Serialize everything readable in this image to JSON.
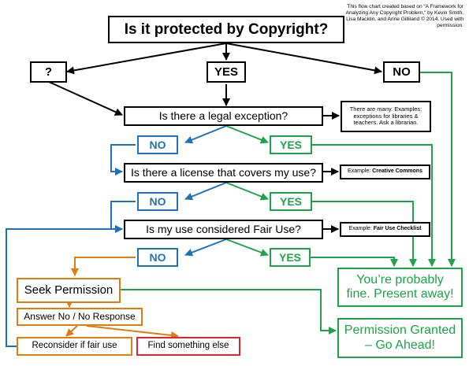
{
  "credit": "This flow chart created based on “A Framework for Analyzing Any Copyright Problem,” by Kevin Smith, Lisa Macklin, and Anne Gilliland © 2014. Used with permission.",
  "question_main": "Is it protected by Copyright?",
  "answer_unknown": "?",
  "answer_yes": "YES",
  "answer_no": "NO",
  "q_exception": "Is there a legal exception?",
  "exception_note": "There are many. Examples: exceptions for libraries & teachers. Ask a librarian.",
  "no_1": "NO",
  "yes_1": "YES",
  "q_license": "Is there a license that covers my use?",
  "license_note_prefix": "Example:",
  "license_note": "Creative Commons",
  "no_2": "NO",
  "yes_2": "YES",
  "q_fair_use": "Is my use considered Fair Use?",
  "fair_use_note_prefix": "Example:",
  "fair_use_note": "Fair Use Checklist",
  "no_3": "NO",
  "yes_3": "YES",
  "fine_line1": "You’re probably",
  "fine_line2": "fine. Present away!",
  "seek_permission": "Seek Permission",
  "answer_no_response": "Answer No / No Response",
  "reconsider": "Reconsider if fair use",
  "find_else": "Find something else",
  "granted_line1": "Permission Granted",
  "granted_line2": "– Go Ahead!",
  "colors": {
    "black": "#000000",
    "blue": "#1f72b8",
    "green": "#1fa24a",
    "orange": "#e07b12",
    "red": "#d7282f"
  }
}
